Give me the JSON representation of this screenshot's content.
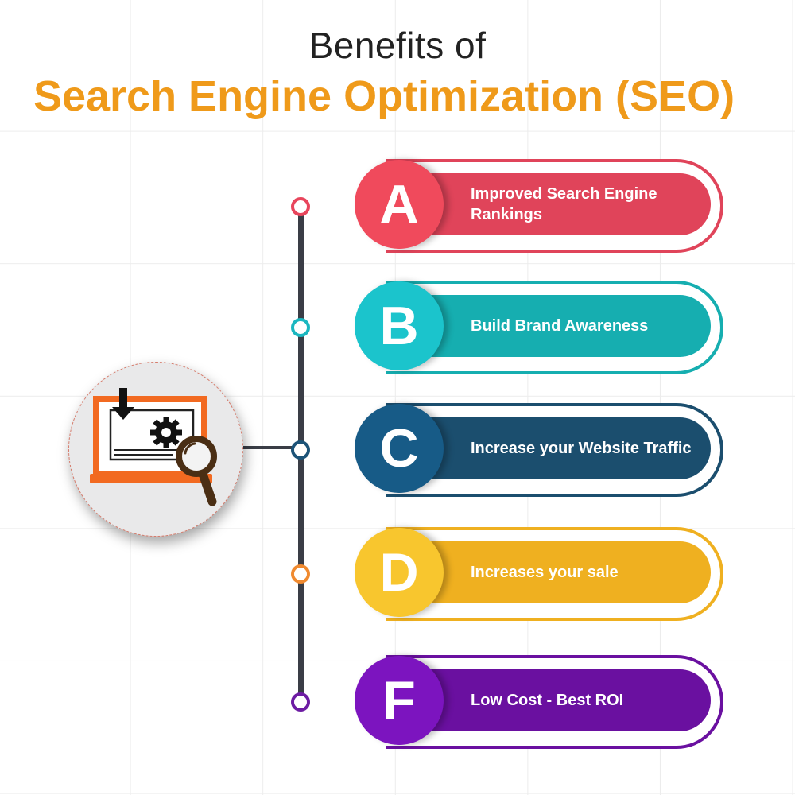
{
  "header": {
    "title_line1": "Benefits of",
    "title_line2": "Search Engine Optimization (SEO)",
    "accent_color": "#ef9a1a"
  },
  "icon": {
    "name": "seo-laptop-magnifier-icon"
  },
  "benefits": [
    {
      "letter": "A",
      "label": "Improved Search Engine Rankings",
      "color": "#e0445a",
      "badge_color": "#f04a5c",
      "node_color": "#e8455c"
    },
    {
      "letter": "B",
      "label": "Build Brand Awareness",
      "color": "#16aeb0",
      "badge_color": "#1bc4cc",
      "node_color": "#1bb7c0"
    },
    {
      "letter": "C",
      "label": "Increase your Website Traffic",
      "color": "#1b4e6e",
      "badge_color": "#175b87",
      "node_color": "#1c5378"
    },
    {
      "letter": "D",
      "label": "Increases your sale",
      "color": "#efb020",
      "badge_color": "#f8c62e",
      "node_color": "#f08a30"
    },
    {
      "letter": "F",
      "label": "Low Cost - Best ROI",
      "color": "#6a10a0",
      "badge_color": "#7c14bf",
      "node_color": "#6d1ca3"
    }
  ]
}
